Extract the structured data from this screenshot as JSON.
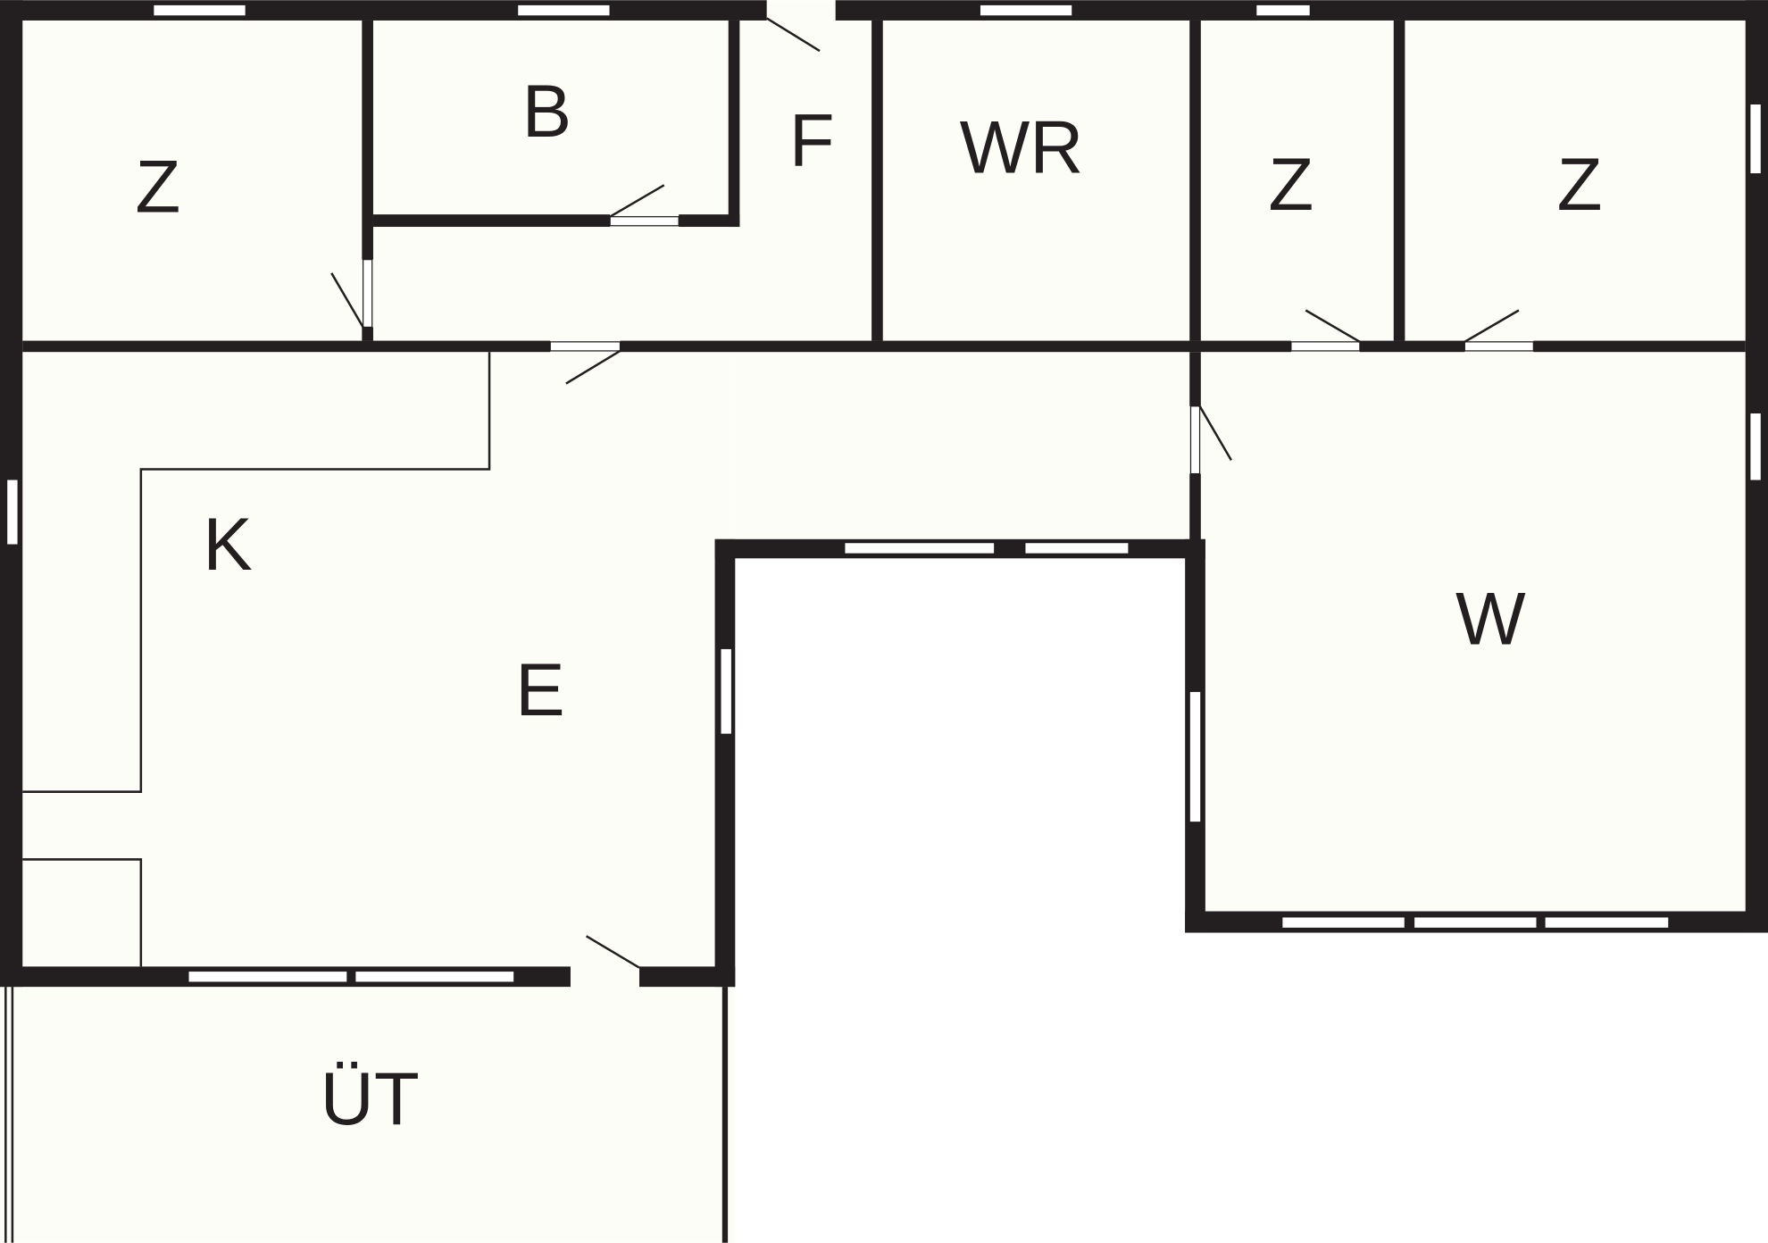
{
  "plan": {
    "rooms": [
      {
        "id": "z1",
        "label": "Z"
      },
      {
        "id": "b",
        "label": "B"
      },
      {
        "id": "f",
        "label": "F"
      },
      {
        "id": "wr",
        "label": "WR"
      },
      {
        "id": "z2",
        "label": "Z"
      },
      {
        "id": "z3",
        "label": "Z"
      },
      {
        "id": "k",
        "label": "K"
      },
      {
        "id": "e",
        "label": "E"
      },
      {
        "id": "w",
        "label": "W"
      },
      {
        "id": "ut",
        "label": "ÜT"
      }
    ],
    "colors": {
      "wall": "#231f20",
      "floor": "#fdfdf8",
      "background": "#ffffff"
    }
  }
}
